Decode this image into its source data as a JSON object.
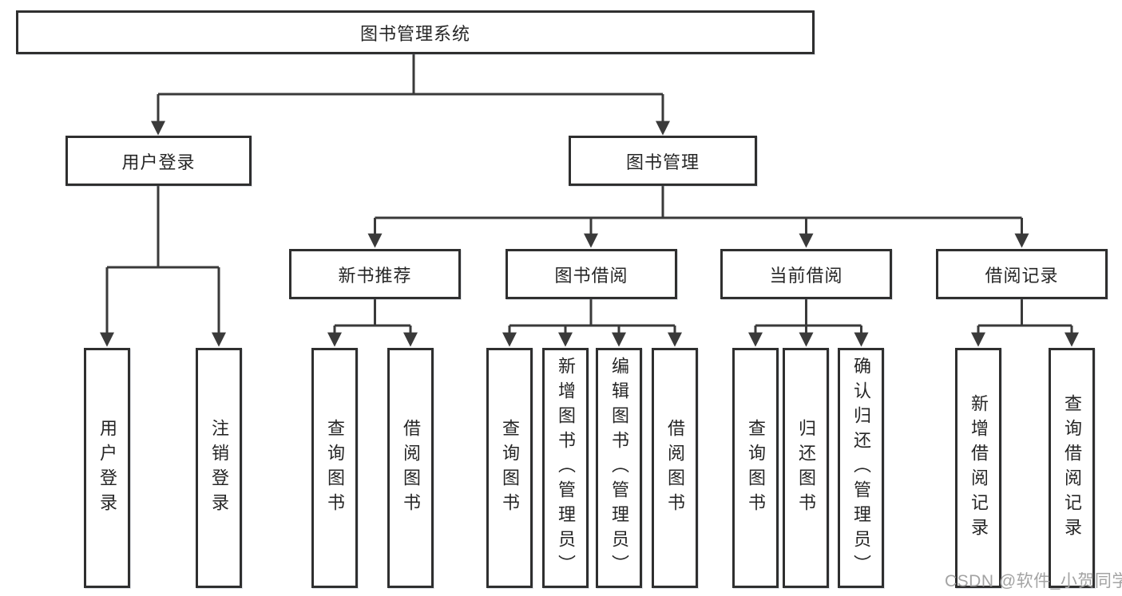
{
  "tree": {
    "root": {
      "label": "图书管理系统",
      "children": [
        {
          "label": "用户登录",
          "children": [
            {
              "label": "用户登录"
            },
            {
              "label": "注销登录"
            }
          ]
        },
        {
          "label": "图书管理",
          "children": [
            {
              "label": "新书推荐",
              "children": [
                {
                  "label": "查询图书"
                },
                {
                  "label": "借阅图书"
                }
              ]
            },
            {
              "label": "图书借阅",
              "children": [
                {
                  "label": "查询图书"
                },
                {
                  "label": "新增图书（管理员）"
                },
                {
                  "label": "编辑图书（管理员）"
                },
                {
                  "label": "借阅图书"
                }
              ]
            },
            {
              "label": "当前借阅",
              "children": [
                {
                  "label": "查询图书"
                },
                {
                  "label": "归还图书"
                },
                {
                  "label": "确认归还（管理员）"
                }
              ]
            },
            {
              "label": "借阅记录",
              "children": [
                {
                  "label": "新增借阅记录"
                },
                {
                  "label": "查询借阅记录"
                }
              ]
            }
          ]
        }
      ]
    }
  },
  "watermark": {
    "text": "CSDN @软件_小贺同学"
  },
  "colors": {
    "line": "#3a3a3a",
    "border": "#2f2f2f",
    "text": "#262626",
    "watermark": "#a3a3a3",
    "background": "#ffffff"
  }
}
